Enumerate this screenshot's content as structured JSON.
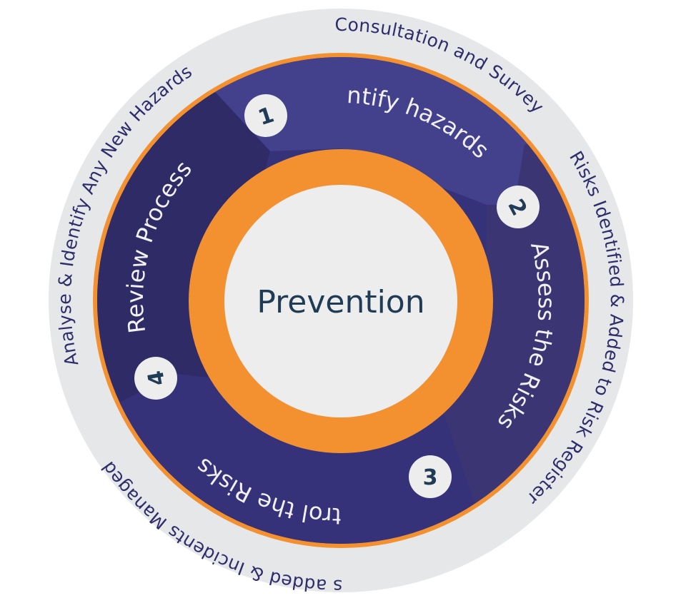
{
  "diagram": {
    "title": "Prevention",
    "center_label": "Prevention",
    "steps": [
      {
        "number": "1",
        "label": "Identify hazards"
      },
      {
        "number": "2",
        "label": "Assess the Risks"
      },
      {
        "number": "3",
        "label": "Control the Risks"
      },
      {
        "number": "4",
        "label": "Review Process"
      }
    ],
    "outer_labels": [
      "Complete Consultation and Survey",
      "Risks Identified & Added to Risk Register",
      "Risk Controls added & Incidents Managed",
      "Analyse & Identify Any New Hazards"
    ],
    "colors": {
      "outer_ring": "#e6e7e9",
      "accent_orange": "#f39131",
      "segment_1": "#43418b",
      "segment_2": "#3b3573",
      "segment_3": "#36327a",
      "segment_4": "#2f2b66",
      "center_fill": "#ededee",
      "text_dark": "#1f3b55",
      "outer_text": "#2e2d6b"
    }
  }
}
